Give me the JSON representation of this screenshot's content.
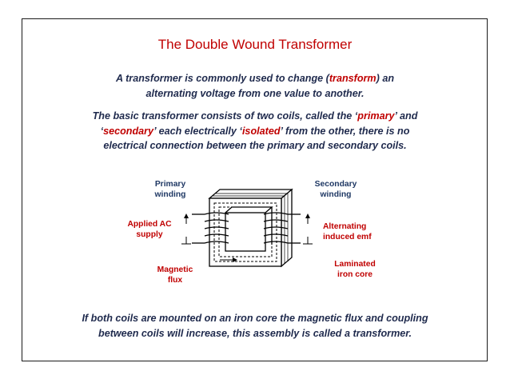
{
  "title": "The Double Wound Transformer",
  "intro": {
    "line1_a": "A transformer is commonly used to change (",
    "line1_em": "transform",
    "line1_b": ") an",
    "line2": "alternating voltage from one value to another."
  },
  "basic": {
    "l1_a": "The basic transformer consists of two coils, called the ‘",
    "l1_em": "primary",
    "l1_b": "’ and",
    "l2_a": "‘",
    "l2_em1": "secondary",
    "l2_b": "’ each electrically ‘",
    "l2_em2": "isolated",
    "l2_c": "’ from the other, there is no",
    "l3": "electrical connection between the primary and secondary coils."
  },
  "labels": {
    "primary_winding_1": "Primary",
    "primary_winding_2": "winding",
    "secondary_winding_1": "Secondary",
    "secondary_winding_2": "winding",
    "applied_ac_1": "Applied AC",
    "applied_ac_2": "supply",
    "alternating_emf_1": "Alternating",
    "alternating_emf_2": "induced emf",
    "magnetic_flux_1": "Magnetic",
    "magnetic_flux_2": "flux",
    "laminated_core_1": "Laminated",
    "laminated_core_2": "iron core"
  },
  "conclusion": {
    "line1": "If both coils are mounted on an iron core the magnetic flux and coupling",
    "line2": "between coils will increase, this assembly is called a transformer."
  },
  "colors": {
    "accent_red": "#c00000",
    "label_navy": "#1f3864",
    "body_navy": "#1f2a4d"
  }
}
